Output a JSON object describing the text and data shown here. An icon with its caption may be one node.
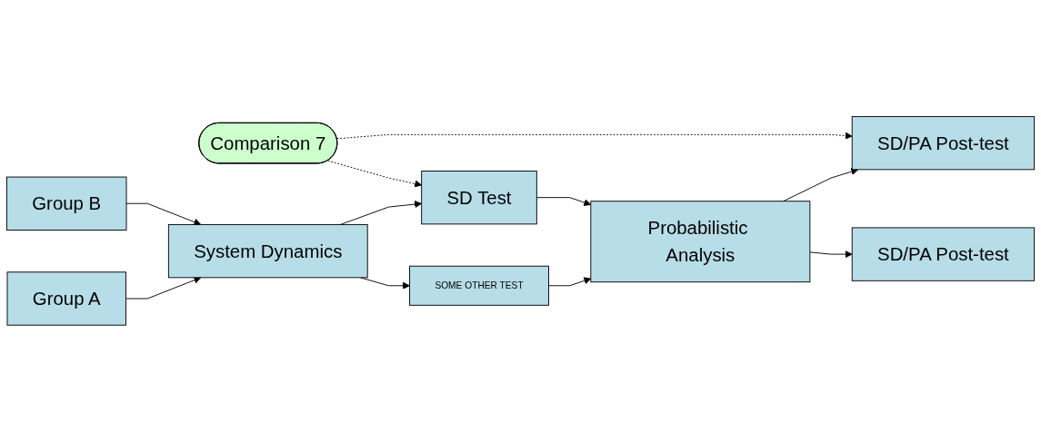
{
  "diagram": {
    "nodes": [
      {
        "text": [
          "Comparison 7"
        ]
      },
      {
        "text": [
          "Group B"
        ]
      },
      {
        "text": [
          "SD Test"
        ]
      },
      {
        "text": [
          "SD/PA Post-test"
        ]
      },
      {
        "text": [
          "System Dynamics"
        ]
      },
      {
        "text": [
          "Probabilistic Analysis"
        ]
      },
      {
        "text": [
          "Group A"
        ]
      },
      {
        "text": [
          "SOME OTHER TEST"
        ]
      },
      {
        "text": [
          "SD/PA Post-test"
        ]
      }
    ],
    "edges": [
      {
        "from": 0,
        "to": 2,
        "arrow": "to",
        "style": "dashed"
      },
      {
        "from": 0,
        "to": 3,
        "arrow": "to",
        "style": "dashed"
      },
      {
        "from": 1,
        "to": 4,
        "arrow": "to"
      },
      {
        "from": 6,
        "to": 4,
        "arrow": "to"
      },
      {
        "from": 4,
        "to": 2,
        "arrow": "to"
      },
      {
        "from": 4,
        "to": 7,
        "arrow": "to"
      },
      {
        "from": 2,
        "to": 5,
        "arrow": "to"
      },
      {
        "from": 7,
        "to": 5,
        "arrow": "to"
      },
      {
        "from": 5,
        "to": 3,
        "arrow": "to"
      },
      {
        "from": 5,
        "to": 8,
        "arrow": "to"
      }
    ]
  }
}
